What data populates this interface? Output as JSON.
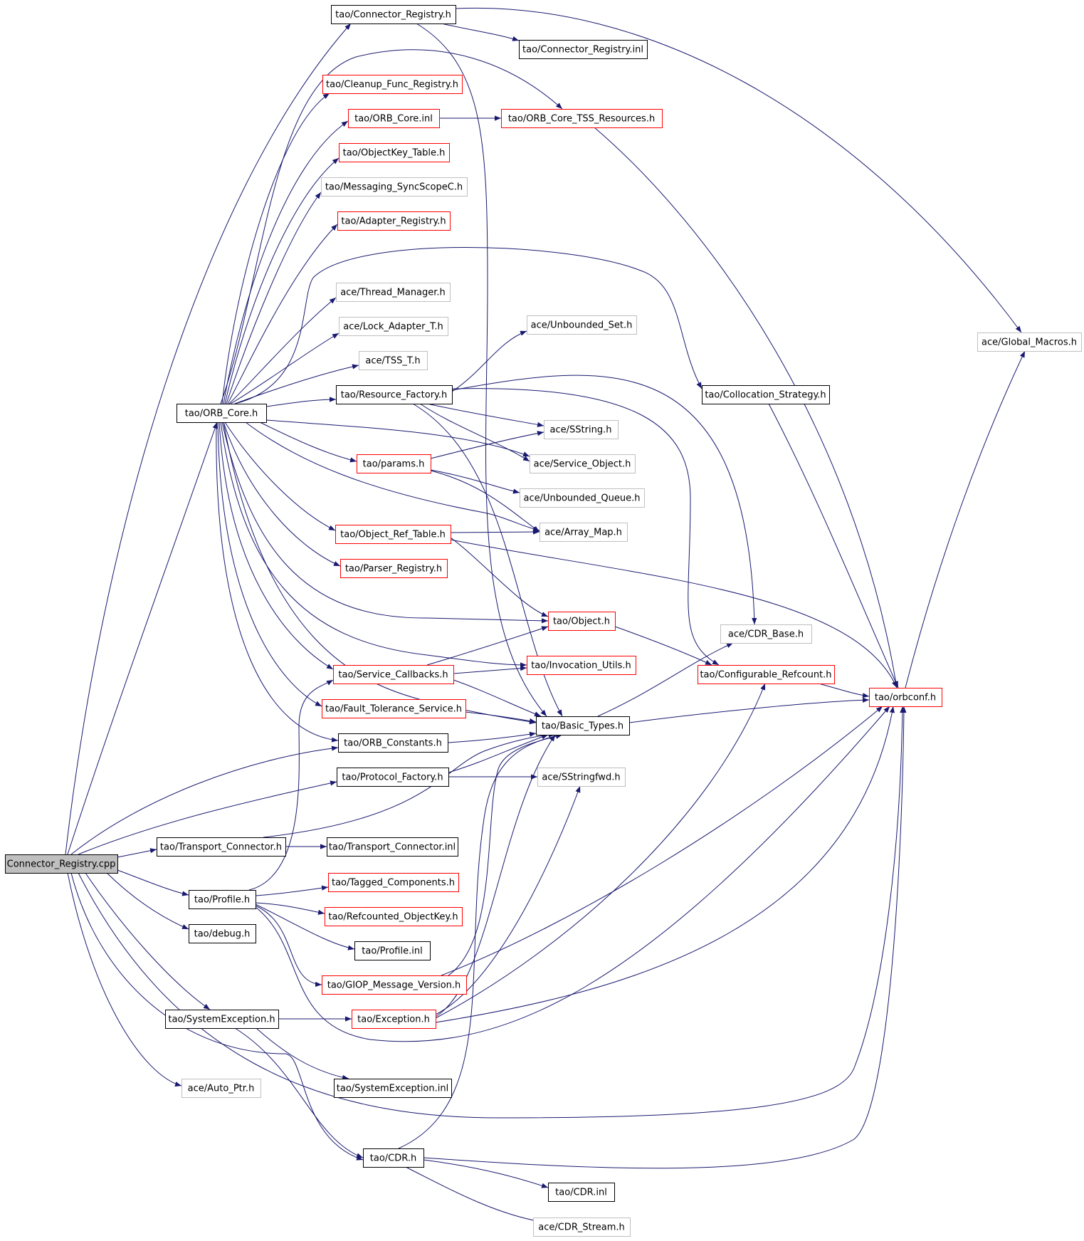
{
  "colors": {
    "edge": "#191970",
    "border_black": "#000000",
    "border_red": "#ff0000",
    "border_gray": "#bfbfbf",
    "root_fill": "#bfbfbf",
    "node_fill": "#ffffff"
  },
  "nodes": [
    {
      "id": "root",
      "label": "Connector_Registry.cpp",
      "style": "root"
    },
    {
      "id": "connreg_h",
      "label": "tao/Connector_Registry.h",
      "style": "black"
    },
    {
      "id": "connreg_inl",
      "label": "tao/Connector_Registry.inl",
      "style": "black"
    },
    {
      "id": "cleanup",
      "label": "tao/Cleanup_Func_Registry.h",
      "style": "red"
    },
    {
      "id": "orbcore_inl",
      "label": "tao/ORB_Core.inl",
      "style": "red"
    },
    {
      "id": "tss_res",
      "label": "tao/ORB_Core_TSS_Resources.h",
      "style": "red"
    },
    {
      "id": "objkey",
      "label": "tao/ObjectKey_Table.h",
      "style": "red"
    },
    {
      "id": "msg_sync",
      "label": "tao/Messaging_SyncScopeC.h",
      "style": "gray"
    },
    {
      "id": "adapter",
      "label": "tao/Adapter_Registry.h",
      "style": "red"
    },
    {
      "id": "thread_mgr",
      "label": "ace/Thread_Manager.h",
      "style": "gray"
    },
    {
      "id": "lock_adapter",
      "label": "ace/Lock_Adapter_T.h",
      "style": "gray"
    },
    {
      "id": "tss_t",
      "label": "ace/TSS_T.h",
      "style": "gray"
    },
    {
      "id": "unb_set",
      "label": "ace/Unbounded_Set.h",
      "style": "gray"
    },
    {
      "id": "global_macros",
      "label": "ace/Global_Macros.h",
      "style": "gray"
    },
    {
      "id": "orbcore_h",
      "label": "tao/ORB_Core.h",
      "style": "black"
    },
    {
      "id": "resfac",
      "label": "tao/Resource_Factory.h",
      "style": "black"
    },
    {
      "id": "colloc",
      "label": "tao/Collocation_Strategy.h",
      "style": "black"
    },
    {
      "id": "sstring",
      "label": "ace/SString.h",
      "style": "gray"
    },
    {
      "id": "params",
      "label": "tao/params.h",
      "style": "red"
    },
    {
      "id": "svc_obj",
      "label": "ace/Service_Object.h",
      "style": "gray"
    },
    {
      "id": "unb_queue",
      "label": "ace/Unbounded_Queue.h",
      "style": "gray"
    },
    {
      "id": "objref",
      "label": "tao/Object_Ref_Table.h",
      "style": "red"
    },
    {
      "id": "array_map",
      "label": "ace/Array_Map.h",
      "style": "gray"
    },
    {
      "id": "parser",
      "label": "tao/Parser_Registry.h",
      "style": "red"
    },
    {
      "id": "object_h",
      "label": "tao/Object.h",
      "style": "red"
    },
    {
      "id": "cdr_base",
      "label": "ace/CDR_Base.h",
      "style": "gray"
    },
    {
      "id": "invoc",
      "label": "tao/Invocation_Utils.h",
      "style": "red"
    },
    {
      "id": "svc_cb",
      "label": "tao/Service_Callbacks.h",
      "style": "red"
    },
    {
      "id": "conf_ref",
      "label": "tao/Configurable_Refcount.h",
      "style": "red"
    },
    {
      "id": "orbconf",
      "label": "tao/orbconf.h",
      "style": "red"
    },
    {
      "id": "ft_svc",
      "label": "tao/Fault_Tolerance_Service.h",
      "style": "red"
    },
    {
      "id": "basic_types",
      "label": "tao/Basic_Types.h",
      "style": "black"
    },
    {
      "id": "orb_const",
      "label": "tao/ORB_Constants.h",
      "style": "black"
    },
    {
      "id": "proto_fac",
      "label": "tao/Protocol_Factory.h",
      "style": "black"
    },
    {
      "id": "sstringfwd",
      "label": "ace/SStringfwd.h",
      "style": "gray"
    },
    {
      "id": "trans_conn",
      "label": "tao/Transport_Connector.h",
      "style": "black"
    },
    {
      "id": "trans_conn_inl",
      "label": "tao/Transport_Connector.inl",
      "style": "black"
    },
    {
      "id": "tagged",
      "label": "tao/Tagged_Components.h",
      "style": "red"
    },
    {
      "id": "profile_h",
      "label": "tao/Profile.h",
      "style": "black"
    },
    {
      "id": "refcounted",
      "label": "tao/Refcounted_ObjectKey.h",
      "style": "red"
    },
    {
      "id": "debug_h",
      "label": "tao/debug.h",
      "style": "black"
    },
    {
      "id": "profile_inl",
      "label": "tao/Profile.inl",
      "style": "black"
    },
    {
      "id": "giop",
      "label": "tao/GIOP_Message_Version.h",
      "style": "red"
    },
    {
      "id": "sysexc_h",
      "label": "tao/SystemException.h",
      "style": "black"
    },
    {
      "id": "exception_h",
      "label": "tao/Exception.h",
      "style": "red"
    },
    {
      "id": "auto_ptr",
      "label": "ace/Auto_Ptr.h",
      "style": "gray"
    },
    {
      "id": "sysexc_inl",
      "label": "tao/SystemException.inl",
      "style": "black"
    },
    {
      "id": "cdr_h",
      "label": "tao/CDR.h",
      "style": "black"
    },
    {
      "id": "cdr_inl",
      "label": "tao/CDR.inl",
      "style": "black"
    },
    {
      "id": "cdr_stream",
      "label": "ace/CDR_Stream.h",
      "style": "gray"
    }
  ]
}
